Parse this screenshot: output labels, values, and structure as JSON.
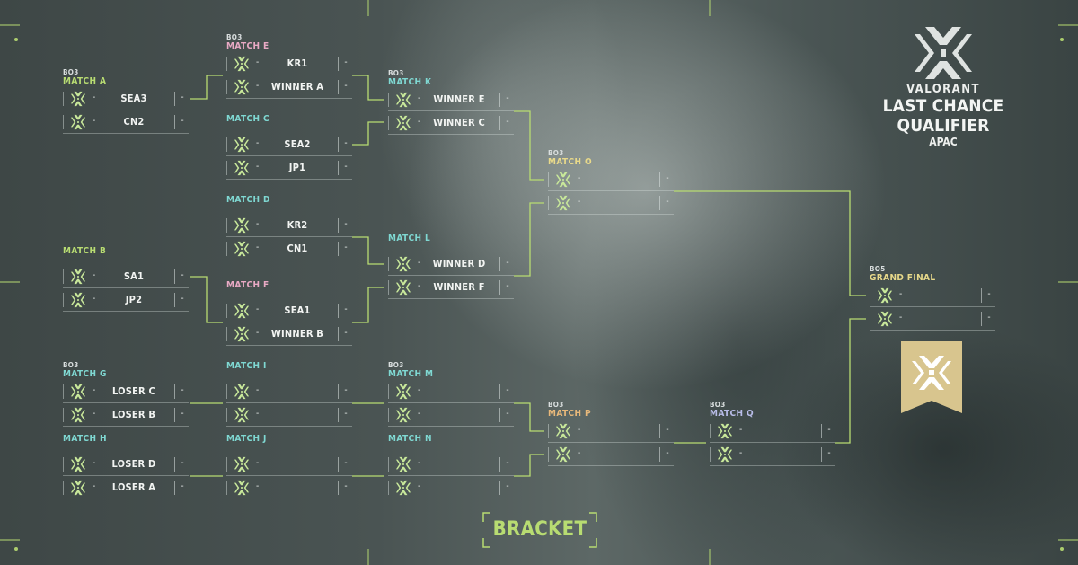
{
  "colors": {
    "accent_green": "#b8dc72",
    "match_green": "#b8dc72",
    "match_cyan": "#7fd8d2",
    "match_pink": "#e8a9c4",
    "match_yellow": "#e8d98a",
    "match_orange": "#e8b87a",
    "match_lilac": "#b8bce8",
    "gold": "#d8c58e",
    "line": "#b8dc72"
  },
  "brand": {
    "logo_icon": "vct-logo-icon",
    "game": "VALORANT",
    "event": "LAST CHANCE QUALIFIER",
    "region": "APAC"
  },
  "footer": {
    "label": "BRACKET"
  },
  "matches": {
    "A": {
      "format": "BO3",
      "name": "MATCH A",
      "teams": [
        {
          "name": "SEA3",
          "score": "-"
        },
        {
          "name": "CN2",
          "score": "-"
        }
      ]
    },
    "B": {
      "format": "",
      "name": "MATCH B",
      "teams": [
        {
          "name": "SA1",
          "score": "-"
        },
        {
          "name": "JP2",
          "score": "-"
        }
      ]
    },
    "G": {
      "format": "BO3",
      "name": "MATCH G",
      "teams": [
        {
          "name": "LOSER C",
          "score": "-"
        },
        {
          "name": "LOSER B",
          "score": "-"
        }
      ]
    },
    "H": {
      "format": "",
      "name": "MATCH H",
      "teams": [
        {
          "name": "LOSER D",
          "score": "-"
        },
        {
          "name": "LOSER A",
          "score": "-"
        }
      ]
    },
    "E": {
      "format": "BO3",
      "name": "MATCH E",
      "teams": [
        {
          "name": "KR1",
          "score": "-"
        },
        {
          "name": "WINNER A",
          "score": "-"
        }
      ]
    },
    "C": {
      "format": "",
      "name": "MATCH C",
      "teams": [
        {
          "name": "SEA2",
          "score": "-"
        },
        {
          "name": "JP1",
          "score": "-"
        }
      ]
    },
    "D": {
      "format": "",
      "name": "MATCH D",
      "teams": [
        {
          "name": "KR2",
          "score": "-"
        },
        {
          "name": "CN1",
          "score": "-"
        }
      ]
    },
    "F": {
      "format": "",
      "name": "MATCH F",
      "teams": [
        {
          "name": "SEA1",
          "score": "-"
        },
        {
          "name": "WINNER B",
          "score": "-"
        }
      ]
    },
    "I": {
      "format": "",
      "name": "MATCH I",
      "teams": [
        {
          "name": "",
          "score": "-"
        },
        {
          "name": "",
          "score": "-"
        }
      ]
    },
    "J": {
      "format": "",
      "name": "MATCH J",
      "teams": [
        {
          "name": "",
          "score": "-"
        },
        {
          "name": "",
          "score": "-"
        }
      ]
    },
    "K": {
      "format": "BO3",
      "name": "MATCH K",
      "teams": [
        {
          "name": "WINNER E",
          "score": "-"
        },
        {
          "name": "WINNER C",
          "score": "-"
        }
      ]
    },
    "L": {
      "format": "",
      "name": "MATCH L",
      "teams": [
        {
          "name": "WINNER D",
          "score": "-"
        },
        {
          "name": "WINNER F",
          "score": "-"
        }
      ]
    },
    "M": {
      "format": "BO3",
      "name": "MATCH M",
      "teams": [
        {
          "name": "",
          "score": "-"
        },
        {
          "name": "",
          "score": "-"
        }
      ]
    },
    "N": {
      "format": "",
      "name": "MATCH N",
      "teams": [
        {
          "name": "",
          "score": "-"
        },
        {
          "name": "",
          "score": "-"
        }
      ]
    },
    "O": {
      "format": "BO3",
      "name": "MATCH O",
      "teams": [
        {
          "name": "",
          "score": "-"
        },
        {
          "name": "",
          "score": "-"
        }
      ]
    },
    "P": {
      "format": "BO3",
      "name": "MATCH P",
      "teams": [
        {
          "name": "",
          "score": "-"
        },
        {
          "name": "",
          "score": "-"
        }
      ]
    },
    "Q": {
      "format": "BO3",
      "name": "MATCH Q",
      "teams": [
        {
          "name": "",
          "score": "-"
        },
        {
          "name": "",
          "score": "-"
        }
      ]
    },
    "GF": {
      "format": "BO5",
      "name": "GRAND FINAL",
      "teams": [
        {
          "name": "",
          "score": "-"
        },
        {
          "name": "",
          "score": "-"
        }
      ]
    }
  }
}
